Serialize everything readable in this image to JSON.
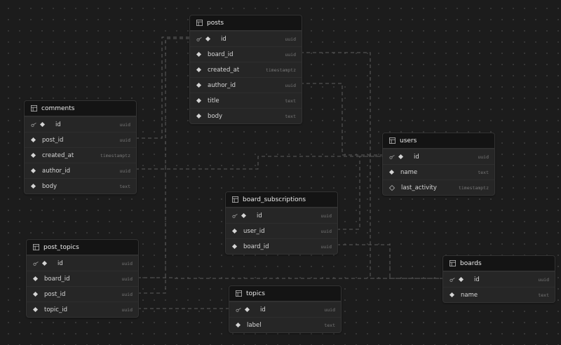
{
  "tables": [
    {
      "id": "posts",
      "name": "posts",
      "columns": [
        {
          "name": "id",
          "type": "uuid",
          "pk": true
        },
        {
          "name": "board_id",
          "type": "uuid"
        },
        {
          "name": "created_at",
          "type": "timestamptz"
        },
        {
          "name": "author_id",
          "type": "uuid"
        },
        {
          "name": "title",
          "type": "text"
        },
        {
          "name": "body",
          "type": "text"
        }
      ]
    },
    {
      "id": "comments",
      "name": "comments",
      "columns": [
        {
          "name": "id",
          "type": "uuid",
          "pk": true
        },
        {
          "name": "post_id",
          "type": "uuid"
        },
        {
          "name": "created_at",
          "type": "timestamptz"
        },
        {
          "name": "author_id",
          "type": "uuid"
        },
        {
          "name": "body",
          "type": "text"
        }
      ]
    },
    {
      "id": "users",
      "name": "users",
      "columns": [
        {
          "name": "id",
          "type": "uuid",
          "pk": true
        },
        {
          "name": "name",
          "type": "text"
        },
        {
          "name": "last_activity",
          "type": "timestamptz",
          "nullable": true
        }
      ]
    },
    {
      "id": "board_subscriptions",
      "name": "board_subscriptions",
      "columns": [
        {
          "name": "id",
          "type": "uuid",
          "pk": true
        },
        {
          "name": "user_id",
          "type": "uuid"
        },
        {
          "name": "board_id",
          "type": "uuid"
        }
      ]
    },
    {
      "id": "post_topics",
      "name": "post_topics",
      "columns": [
        {
          "name": "id",
          "type": "uuid",
          "pk": true
        },
        {
          "name": "board_id",
          "type": "uuid"
        },
        {
          "name": "post_id",
          "type": "uuid"
        },
        {
          "name": "topic_id",
          "type": "uuid"
        }
      ]
    },
    {
      "id": "boards",
      "name": "boards",
      "columns": [
        {
          "name": "id",
          "type": "uuid",
          "pk": true
        },
        {
          "name": "name",
          "type": "text"
        }
      ]
    },
    {
      "id": "topics",
      "name": "topics",
      "columns": [
        {
          "name": "id",
          "type": "uuid",
          "pk": true
        },
        {
          "name": "label",
          "type": "text"
        }
      ]
    }
  ],
  "relations": [
    {
      "from": "posts.board_id",
      "to": "boards.id"
    },
    {
      "from": "posts.author_id",
      "to": "users.id"
    },
    {
      "from": "comments.post_id",
      "to": "posts.id"
    },
    {
      "from": "comments.author_id",
      "to": "users.id"
    },
    {
      "from": "board_subscriptions.user_id",
      "to": "users.id"
    },
    {
      "from": "board_subscriptions.board_id",
      "to": "boards.id"
    },
    {
      "from": "post_topics.board_id",
      "to": "boards.id"
    },
    {
      "from": "post_topics.post_id",
      "to": "posts.id"
    },
    {
      "from": "post_topics.topic_id",
      "to": "topics.id"
    }
  ]
}
